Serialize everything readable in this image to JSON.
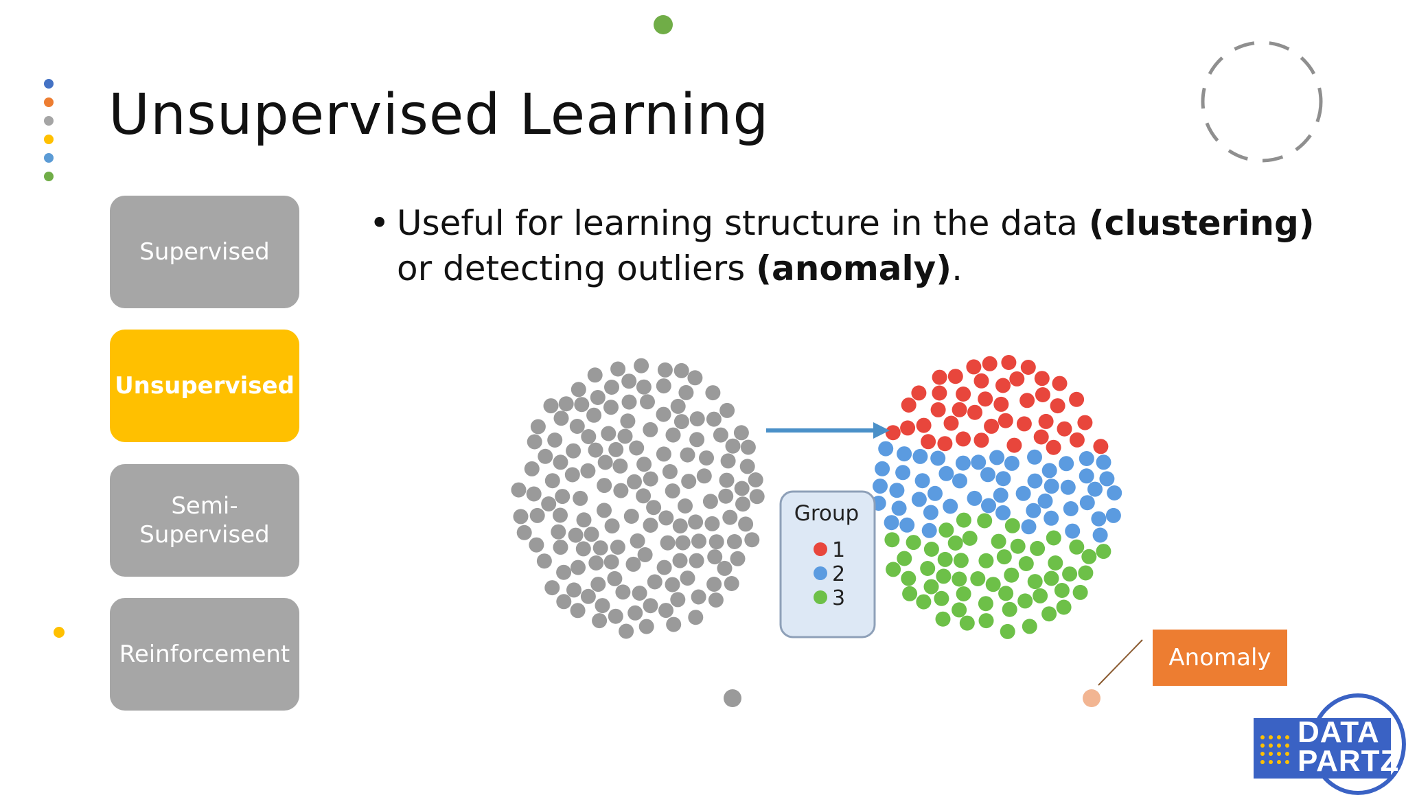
{
  "slide": {
    "title": "Unsupervised Learning"
  },
  "nav": {
    "items": [
      {
        "label": "Supervised",
        "active": false
      },
      {
        "label": "Unsupervised",
        "active": true
      },
      {
        "label": "Semi-\nSupervised",
        "active": false
      },
      {
        "label": "Reinforcement",
        "active": false
      }
    ]
  },
  "content": {
    "bullet_symbol": "•",
    "bullet_text_1": "Useful for learning structure in the data ",
    "bullet_bold_1": "(clustering)",
    "bullet_text_2": " or detecting outliers ",
    "bullet_bold_2": "(anomaly)",
    "bullet_text_3": "."
  },
  "diagram": {
    "legend_title": "Group",
    "legend_items": [
      {
        "label": "1",
        "color": "#e8463c"
      },
      {
        "label": "2",
        "color": "#5b9be0"
      },
      {
        "label": "3",
        "color": "#6dc048"
      }
    ],
    "point_color_unlabeled": "#9a9a9a",
    "arrow_color": "#4a90c8",
    "anomaly_label": "Anomaly",
    "anomaly_color": "#ed7d31"
  },
  "logo": {
    "line1": "DATA",
    "line2": "PARTZ"
  },
  "colors": {
    "accent_yellow": "#ffc000",
    "box_gray": "#a6a6a6",
    "dot_blue": "#4472c4",
    "dot_orange": "#ed7d31",
    "dot_gray": "#a5a5a5",
    "dot_yellow": "#ffc000",
    "dot_lightblue": "#5b9bd5",
    "dot_green": "#70ad47"
  }
}
